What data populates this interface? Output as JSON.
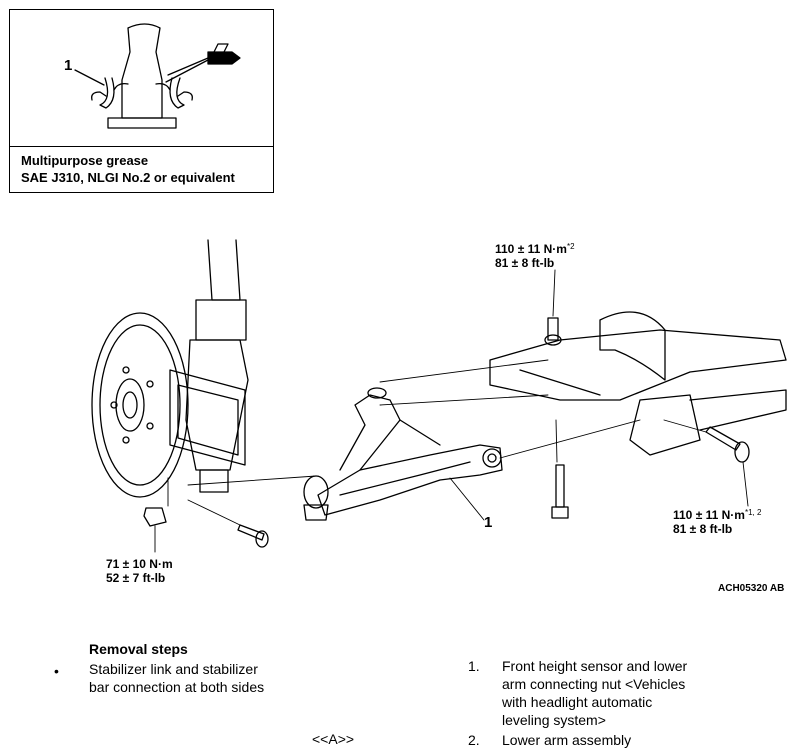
{
  "inset": {
    "callout": "1",
    "grease_line1": "Multipurpose grease",
    "grease_line2": "SAE J310, NLGI No.2 or equivalent"
  },
  "torque_top": {
    "nm": "110 ± 11 N·m",
    "ref": "*2",
    "ftlb": "81 ± 8 ft-lb"
  },
  "torque_right": {
    "nm": "110 ± 11 N·m",
    "ref": "*1, 2",
    "ftlb": "81 ± 8 ft-lb"
  },
  "torque_left": {
    "nm": "71 ± 10 N·m",
    "ftlb": "52 ± 7 ft-lb"
  },
  "main_callout": "1",
  "figure_code": "ACH05320 AB",
  "removal": {
    "title": "Removal steps",
    "bullet": "•",
    "bullet_line1": "Stabilizer link and stabilizer",
    "bullet_line2": "bar connection at both sides",
    "marker": "<<A>>",
    "items": [
      {
        "num": "1.",
        "lines": [
          "Front height sensor and lower",
          "arm connecting nut <Vehicles",
          "with headlight automatic",
          "leveling system>"
        ]
      },
      {
        "num": "2.",
        "lines": [
          "Lower arm assembly"
        ]
      }
    ]
  }
}
